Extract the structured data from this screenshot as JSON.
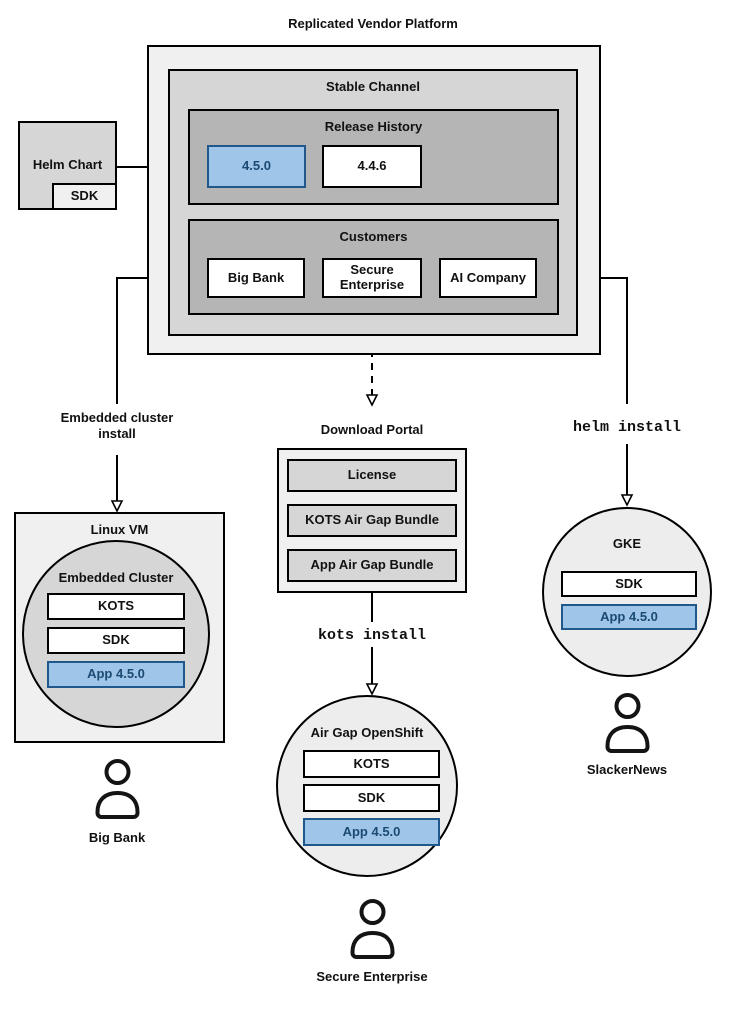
{
  "title": "Replicated Vendor Platform",
  "colors": {
    "highlight_fill": "#9fc5e8",
    "highlight_border": "#20588c",
    "highlight_text": "#1b4a73",
    "panel_light": "#f0f0f0",
    "panel_mid": "#d6d6d6",
    "panel_dark": "#b5b5b5",
    "node_bg": "#ededed",
    "line": "#000000"
  },
  "platform": {
    "stable_channel": {
      "label": "Stable Channel"
    },
    "release_history": {
      "label": "Release History",
      "releases": [
        {
          "version": "4.5.0",
          "highlighted": true
        },
        {
          "version": "4.4.6",
          "highlighted": false
        }
      ]
    },
    "customers": {
      "label": "Customers",
      "items": [
        "Big Bank",
        "Secure Enterprise",
        "AI Company"
      ]
    }
  },
  "helm_chart": {
    "label": "Helm Chart",
    "sdk_label": "SDK"
  },
  "flows": {
    "embedded_cluster_install": "Embedded cluster install",
    "helm_install": "helm install",
    "kots_install": "kots install"
  },
  "download_portal": {
    "label": "Download Portal",
    "items": [
      "License",
      "KOTS Air Gap Bundle",
      "App Air Gap Bundle"
    ]
  },
  "linux_vm": {
    "label": "Linux VM",
    "cluster": {
      "label": "Embedded Cluster",
      "stack": [
        "KOTS",
        "SDK",
        "App 4.5.0"
      ]
    },
    "user": "Big Bank"
  },
  "air_gap_openshift": {
    "label": "Air Gap OpenShift",
    "stack": [
      "KOTS",
      "SDK",
      "App 4.5.0"
    ],
    "user": "Secure Enterprise"
  },
  "gke": {
    "label": "GKE",
    "stack": [
      "SDK",
      "App 4.5.0"
    ],
    "user": "SlackerNews"
  }
}
